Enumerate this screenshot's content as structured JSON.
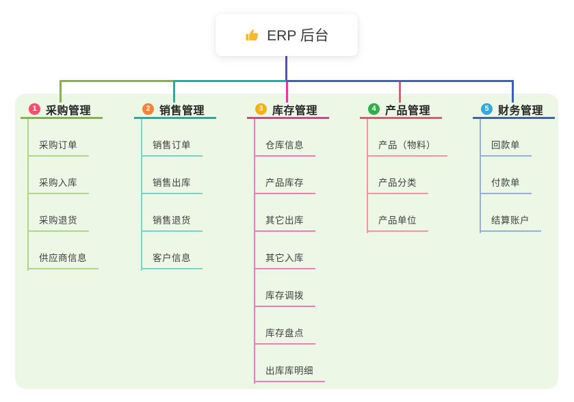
{
  "root": {
    "label": "ERP 后台",
    "icon": "thumbs-up-icon",
    "icon_color": "#f5b832"
  },
  "colors": {
    "canvas_bg": "#ffffff",
    "panel_bg": "#ecf7e5",
    "root_stem": "#4b50c8",
    "title_text": "#262626",
    "child_text": "#404040"
  },
  "branches": [
    {
      "number": "1",
      "label": "采购管理",
      "badge_color": "#f4506c",
      "line_color": "#7fb73e",
      "child_line_color": "#afd688",
      "children": [
        "采购订单",
        "采购入库",
        "采购退货",
        "供应商信息"
      ]
    },
    {
      "number": "2",
      "label": "销售管理",
      "badge_color": "#f58238",
      "line_color": "#10b5a8",
      "child_line_color": "#74d5ca",
      "children": [
        "销售订单",
        "销售出库",
        "销售退货",
        "客户信息"
      ]
    },
    {
      "number": "3",
      "label": "库存管理",
      "badge_color": "#f9ae12",
      "line_color": "#e23a97",
      "child_line_color": "#f17ab8",
      "children": [
        "仓库信息",
        "产品库存",
        "其它出库",
        "其它入库",
        "库存调拨",
        "库存盘点",
        "出库库明细"
      ]
    },
    {
      "number": "4",
      "label": "产品管理",
      "badge_color": "#2fae4a",
      "line_color": "#f4506c",
      "child_line_color": "#f8929e",
      "children": [
        "产品（物料）",
        "产品分类",
        "产品单位"
      ]
    },
    {
      "number": "5",
      "label": "财务管理",
      "badge_color": "#36a7de",
      "line_color": "#3a5fc3",
      "child_line_color": "#93aee1",
      "children": [
        "回款单",
        "付款单",
        "结算账户"
      ]
    }
  ]
}
